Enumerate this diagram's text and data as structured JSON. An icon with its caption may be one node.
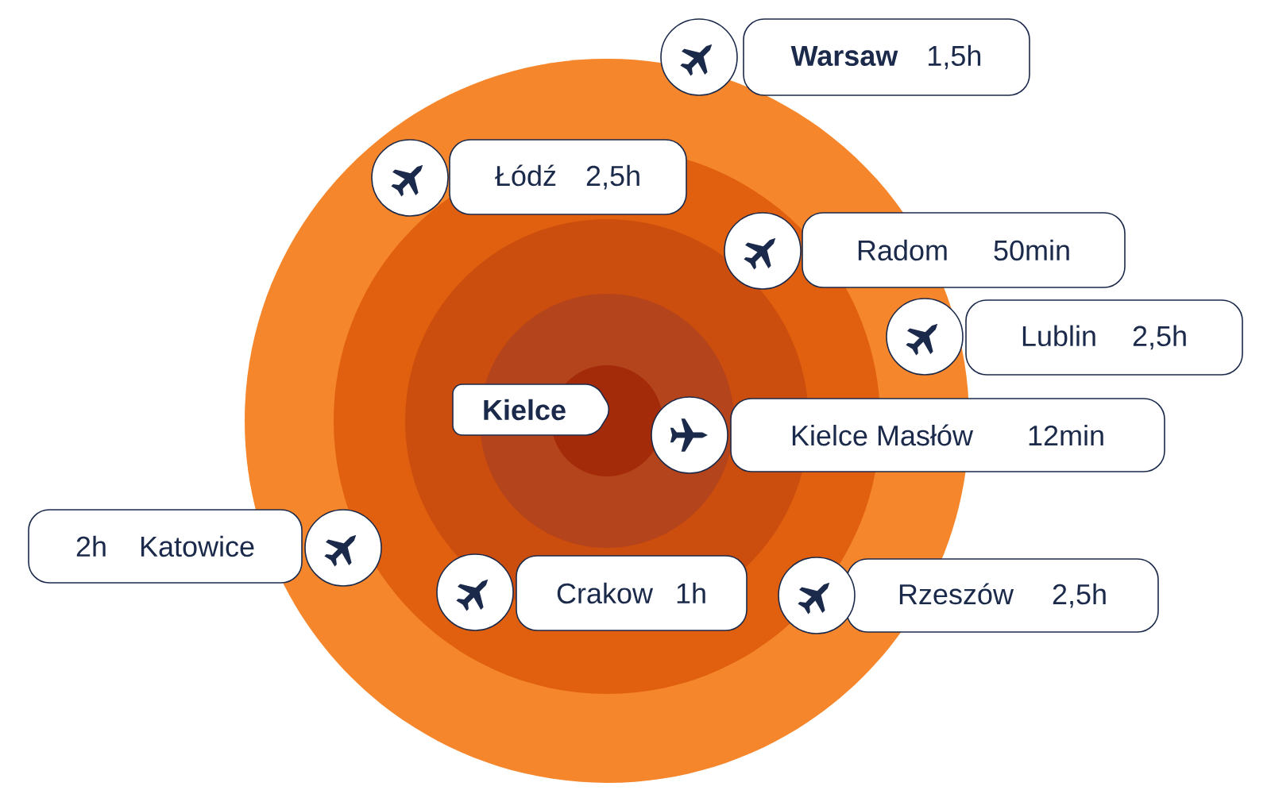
{
  "diagram": {
    "nodes": [
      {
        "text": [
          "Warsaw",
          "1,5h"
        ]
      },
      {
        "text": [
          "Łódź",
          "2,5h"
        ]
      },
      {
        "text": [
          "Radom",
          "50min"
        ]
      },
      {
        "text": [
          "Lublin",
          "2,5h"
        ]
      },
      {
        "text": [
          "Kielce"
        ]
      },
      {
        "text": [
          "Kielce Masłów",
          "12min"
        ]
      },
      {
        "text": [
          "2h",
          "Katowice"
        ]
      },
      {
        "text": [
          "Crakow",
          "1h"
        ]
      },
      {
        "text": [
          "Rzeszów",
          "2,5h"
        ]
      }
    ]
  }
}
